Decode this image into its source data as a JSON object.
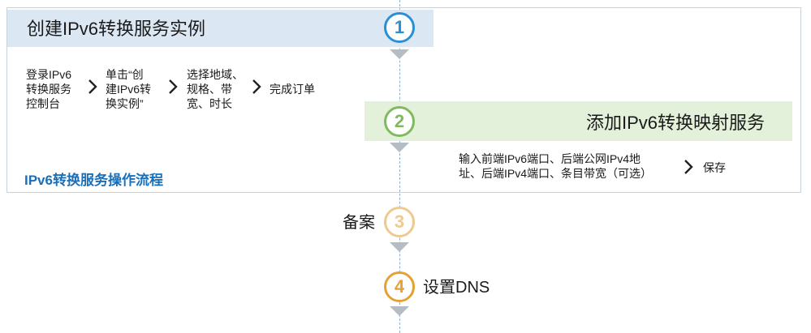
{
  "flow_title": "IPv6转换服务操作流程",
  "stages": [
    {
      "number": "1",
      "title": "创建IPv6转换服务实例",
      "color": "#2b8fd8"
    },
    {
      "number": "2",
      "title": "添加IPv6转换映射服务",
      "color": "#7fba5f"
    },
    {
      "number": "3",
      "title": "备案",
      "color": "#f0c98e"
    },
    {
      "number": "4",
      "title": "设置DNS",
      "color": "#e5a233"
    }
  ],
  "stage1_steps": [
    "登录IPv6\n转换服务\n控制台",
    "单击“创\n建IPv6转\n换实例”",
    "选择地域、\n规格、带\n宽、时长",
    "完成订单"
  ],
  "stage2_steps": [
    "输入前端IPv6端口、后端公网IPv4地\n址、后端IPv4端口、条目带宽（可选）",
    "保存"
  ]
}
